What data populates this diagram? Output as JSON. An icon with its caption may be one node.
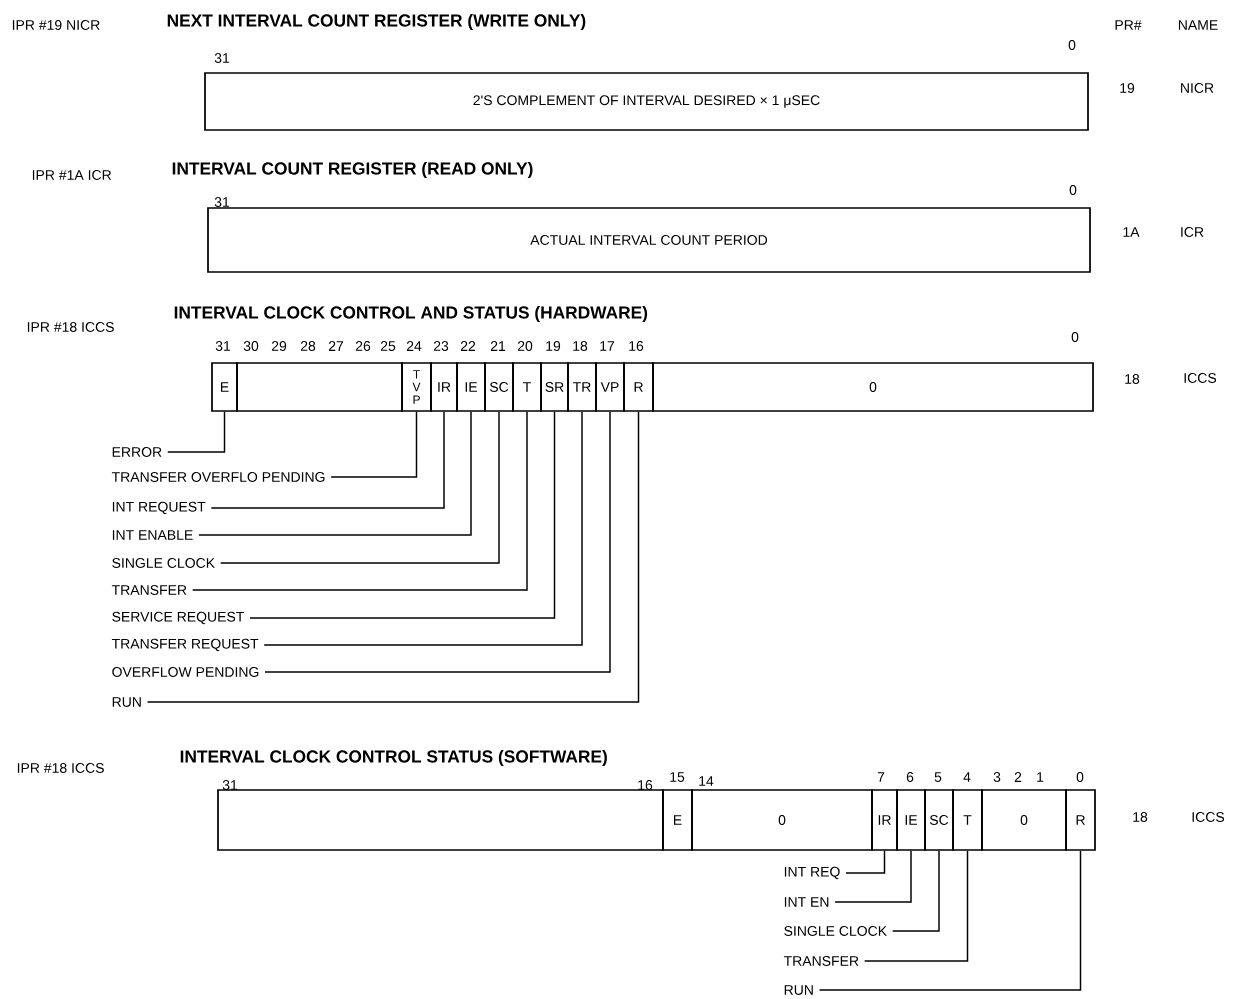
{
  "diagram": {
    "nodes": [
      {
        "text": [
          "2'S COMPLEMENT OF INTERVAL DESIRED × 1 μSEC"
        ]
      },
      {
        "text": [
          "ACTUAL INTERVAL COUNT PERIOD"
        ]
      },
      {
        "text": [
          "E"
        ]
      },
      {
        "text": [],
        "shape": "box"
      },
      {
        "text": [
          "T V P"
        ]
      },
      {
        "text": [
          "IR"
        ]
      },
      {
        "text": [
          "IE"
        ]
      },
      {
        "text": [
          "SC"
        ]
      },
      {
        "text": [
          "T"
        ]
      },
      {
        "text": [
          "SR"
        ]
      },
      {
        "text": [
          "TR"
        ]
      },
      {
        "text": [
          "VP"
        ]
      },
      {
        "text": [
          "R"
        ]
      },
      {
        "text": [
          "0"
        ]
      },
      {
        "text": [
          "ERROR"
        ]
      },
      {
        "text": [
          "TRANSFER OVERFLO PENDING"
        ]
      },
      {
        "text": [
          "INT REQUEST"
        ]
      },
      {
        "text": [
          "INT ENABLE"
        ]
      },
      {
        "text": [
          "SINGLE CLOCK"
        ]
      },
      {
        "text": [
          "TRANSFER"
        ]
      },
      {
        "text": [
          "SERVICE REQUEST"
        ]
      },
      {
        "text": [
          "TRANSFER REQUEST"
        ]
      },
      {
        "text": [
          "OVERFLOW PENDING"
        ]
      },
      {
        "text": [
          "RUN"
        ]
      },
      {
        "text": [],
        "shape": "box"
      },
      {
        "text": [
          "E"
        ]
      },
      {
        "text": [
          "0"
        ]
      },
      {
        "text": [
          "IR"
        ]
      },
      {
        "text": [
          "IE"
        ]
      },
      {
        "text": [
          "SC"
        ]
      },
      {
        "text": [
          "T"
        ]
      },
      {
        "text": [
          "0"
        ]
      },
      {
        "text": [
          "R"
        ]
      },
      {
        "text": [
          "INT REQ"
        ]
      },
      {
        "text": [
          "INT EN"
        ]
      },
      {
        "text": [
          "SINGLE CLOCK"
        ]
      },
      {
        "text": [
          "TRANSFER"
        ]
      },
      {
        "text": [
          "RUN"
        ]
      }
    ],
    "edges": [
      {
        "from": 14,
        "to": 2,
        "arrow": "none"
      },
      {
        "from": 15,
        "to": 4,
        "arrow": "none"
      },
      {
        "from": 16,
        "to": 5,
        "arrow": "none"
      },
      {
        "from": 17,
        "to": 6,
        "arrow": "none"
      },
      {
        "from": 18,
        "to": 7,
        "arrow": "none"
      },
      {
        "from": 19,
        "to": 8,
        "arrow": "none"
      },
      {
        "from": 20,
        "to": 9,
        "arrow": "none"
      },
      {
        "from": 21,
        "to": 10,
        "arrow": "none"
      },
      {
        "from": 22,
        "to": 11,
        "arrow": "none"
      },
      {
        "from": 23,
        "to": 12,
        "arrow": "none"
      },
      {
        "from": 33,
        "to": 27,
        "arrow": "none"
      },
      {
        "from": 34,
        "to": 28,
        "arrow": "none"
      },
      {
        "from": 35,
        "to": 29,
        "arrow": "none"
      },
      {
        "from": 36,
        "to": 30,
        "arrow": "none"
      },
      {
        "from": 37,
        "to": 32,
        "arrow": "none"
      }
    ],
    "labels": [
      "IPR #19 NICR",
      "NEXT INTERVAL COUNT REGISTER (WRITE ONLY)",
      "PR#",
      "NAME",
      "31",
      "0",
      "19",
      "NICR",
      "IPR #1A ICR",
      "INTERVAL COUNT REGISTER (READ ONLY)",
      "31",
      "0",
      "1A",
      "ICR",
      "IPR #18 ICCS",
      "INTERVAL CLOCK CONTROL AND STATUS (HARDWARE)",
      "31",
      "30",
      "29",
      "28",
      "27",
      "26",
      "25",
      "24",
      "23",
      "22",
      "21",
      "20",
      "19",
      "18",
      "17",
      "16",
      "0",
      "18",
      "ICCS",
      "IPR #18 ICCS",
      "INTERVAL CLOCK CONTROL STATUS (SOFTWARE)",
      "31",
      "16",
      "15",
      "14",
      "7",
      "6",
      "5",
      "4",
      "3",
      "2",
      "1",
      "0",
      "18",
      "ICCS"
    ]
  }
}
